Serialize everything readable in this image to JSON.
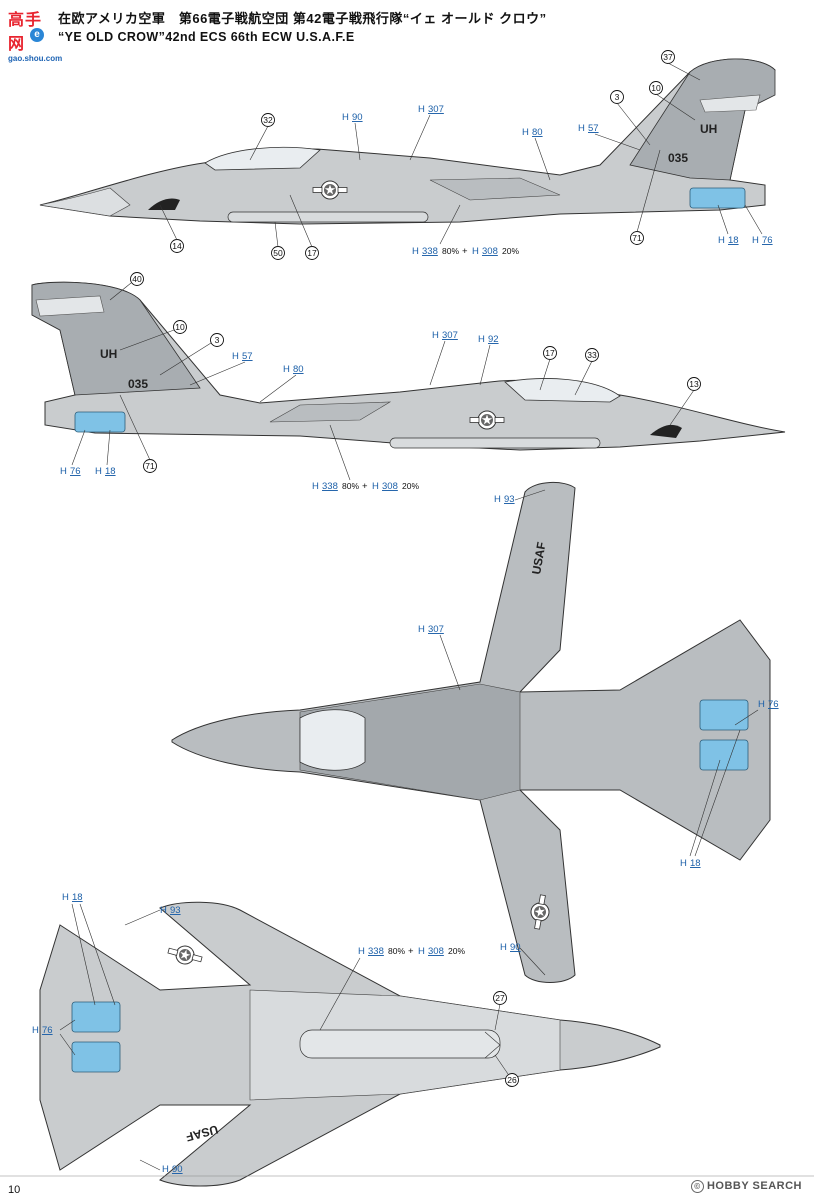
{
  "watermark": {
    "line1": "高手网",
    "line2": "gao.shou.com"
  },
  "header": {
    "jp_title": "在欧アメリカ空軍　第66電子戦航空団 第42電子戦飛行隊“イェ オールド クロウ”",
    "en_title": "“YE OLD CROW”42nd ECS 66th ECW  U.S.A.F.E"
  },
  "colors": {
    "body_gray": "#c9ccce",
    "dark_gray": "#9ea3a7",
    "nozzle_blue": "#7fc2e6",
    "callout_blue": "#1b5fa8"
  },
  "views": {
    "side_right": {
      "paint_labels": {
        "h90": "90",
        "h307": "307",
        "h57": "57",
        "h80": "80",
        "h18": "18",
        "h76": "76",
        "mix": "80%",
        "mix2": "20%",
        "h338": "338",
        "h308": "308"
      },
      "callouts": {
        "c37": "37",
        "c10": "10",
        "c3": "3",
        "c32": "32",
        "c14": "14",
        "c50": "50",
        "c17": "17",
        "c71": "71"
      },
      "markings": {
        "tail_code": "UH",
        "serial": "035"
      }
    },
    "side_left": {
      "paint_labels": {
        "h307": "307",
        "h92": "92",
        "h57": "57",
        "h80": "80",
        "h76": "76",
        "h18": "18",
        "h338": "338",
        "h308": "308",
        "mix": "80%",
        "mix2": "20%"
      },
      "callouts": {
        "c40": "40",
        "c10": "10",
        "c3": "3",
        "c17": "17",
        "c33": "33",
        "c13": "13",
        "c71": "71"
      },
      "markings": {
        "tail_code": "UH",
        "serial": "035"
      }
    },
    "top": {
      "paint_labels": {
        "h93": "93",
        "h307": "307",
        "h76": "76",
        "h18": "18",
        "h90": "90"
      },
      "markings": {
        "wing_text": "USAF"
      }
    },
    "bottom": {
      "paint_labels": {
        "h18": "18",
        "h93": "93",
        "h76": "76",
        "h338": "338",
        "h308": "308",
        "mix": "80%",
        "mix2": "20%",
        "h90": "90"
      },
      "callouts": {
        "c27": "27",
        "c26": "26"
      },
      "markings": {
        "wing_text": "USAF"
      }
    }
  },
  "footer": {
    "page_number": "10",
    "source": "HOBBY SEARCH"
  }
}
